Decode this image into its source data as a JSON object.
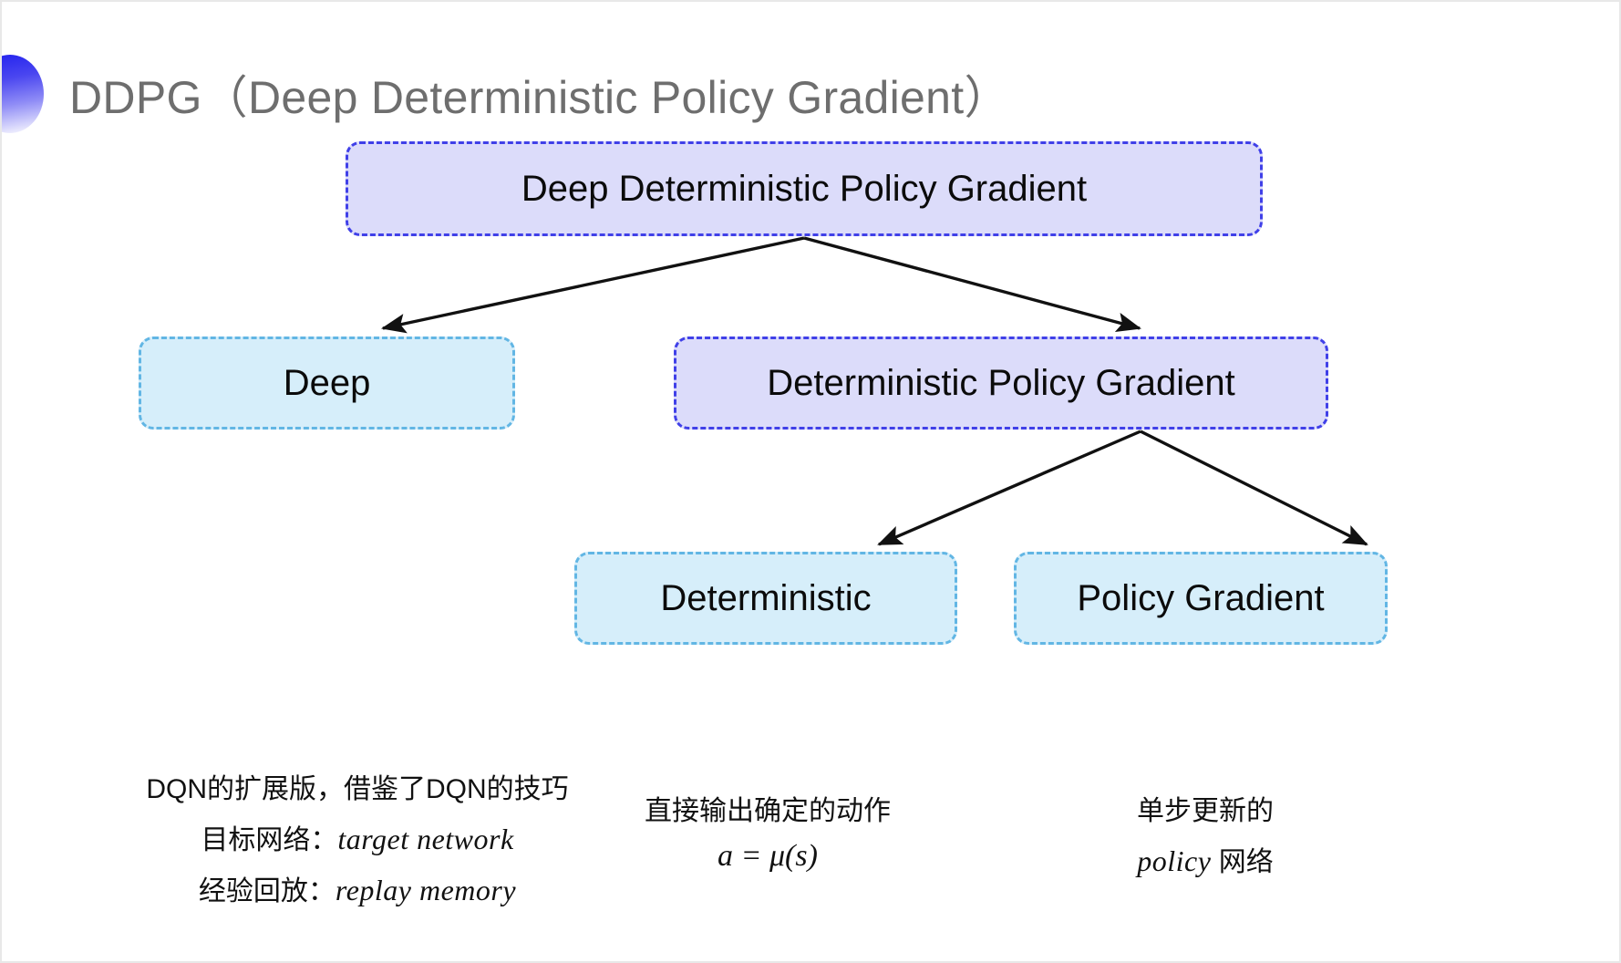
{
  "slide": {
    "title": "DDPG（Deep Deterministic Policy Gradient）",
    "bullet_icon": "gradient-circle-bullet",
    "background_color": "#ffffff",
    "title_color": "#6e6e6e"
  },
  "colors": {
    "purple_fill": "#dcdcfa",
    "purple_border": "#4040e8",
    "cyan_fill": "#d6eefa",
    "cyan_border": "#62b6e4",
    "arrow": "#111111",
    "bullet_gradient_start": "#2020ee",
    "bullet_gradient_end": "#ffffff"
  },
  "diagram": {
    "type": "tree",
    "nodes": [
      {
        "id": "root",
        "label": "Deep Deterministic Policy Gradient",
        "style": "purple"
      },
      {
        "id": "deep",
        "label": "Deep",
        "style": "cyan"
      },
      {
        "id": "dpg",
        "label": "Deterministic Policy Gradient",
        "style": "purple"
      },
      {
        "id": "det",
        "label": "Deterministic",
        "style": "cyan"
      },
      {
        "id": "pg",
        "label": "Policy Gradient",
        "style": "cyan"
      }
    ],
    "edges": [
      {
        "from": "root",
        "to": "deep"
      },
      {
        "from": "root",
        "to": "dpg"
      },
      {
        "from": "dpg",
        "to": "det"
      },
      {
        "from": "dpg",
        "to": "pg"
      }
    ]
  },
  "captions": {
    "deep": {
      "line1": "DQN的扩展版，借鉴了DQN的技巧",
      "line2_label": "目标网络：",
      "line2_term": "target network",
      "line3_label": "经验回放：",
      "line3_term": "replay memory"
    },
    "deterministic": {
      "line1": "直接输出确定的动作",
      "formula": "a = μ(s)"
    },
    "policy_gradient": {
      "line1": "单步更新的",
      "line2_term": "policy",
      "line2_suffix": " 网络"
    }
  }
}
